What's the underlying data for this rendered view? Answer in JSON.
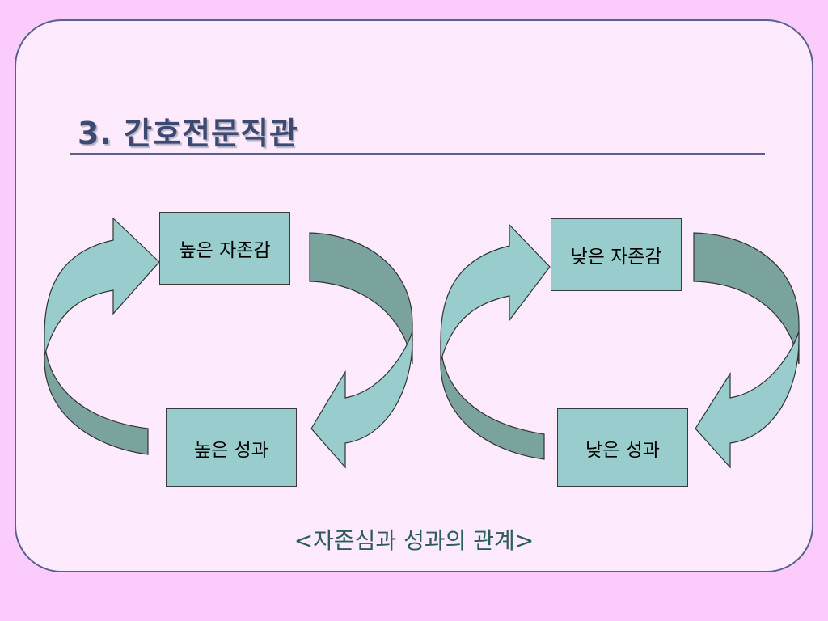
{
  "slide": {
    "title": "3. 간호전문직관",
    "caption": "<자존심과 성과의 관계>"
  },
  "cycles": [
    {
      "top_label": "높은 자존감",
      "bottom_label": "높은 성과"
    },
    {
      "top_label": "낮은 자존감",
      "bottom_label": "낮은 성과"
    }
  ],
  "colors": {
    "background": "#FBCCFB",
    "slide_fill": "#FDEAFD",
    "frame": "#5A5F8E",
    "title": "#3D4970",
    "box_fill": "#99CCCC",
    "arrow_light": "#99CCCC",
    "arrow_dark": "#7BA39E",
    "caption": "#2E5B5E"
  }
}
